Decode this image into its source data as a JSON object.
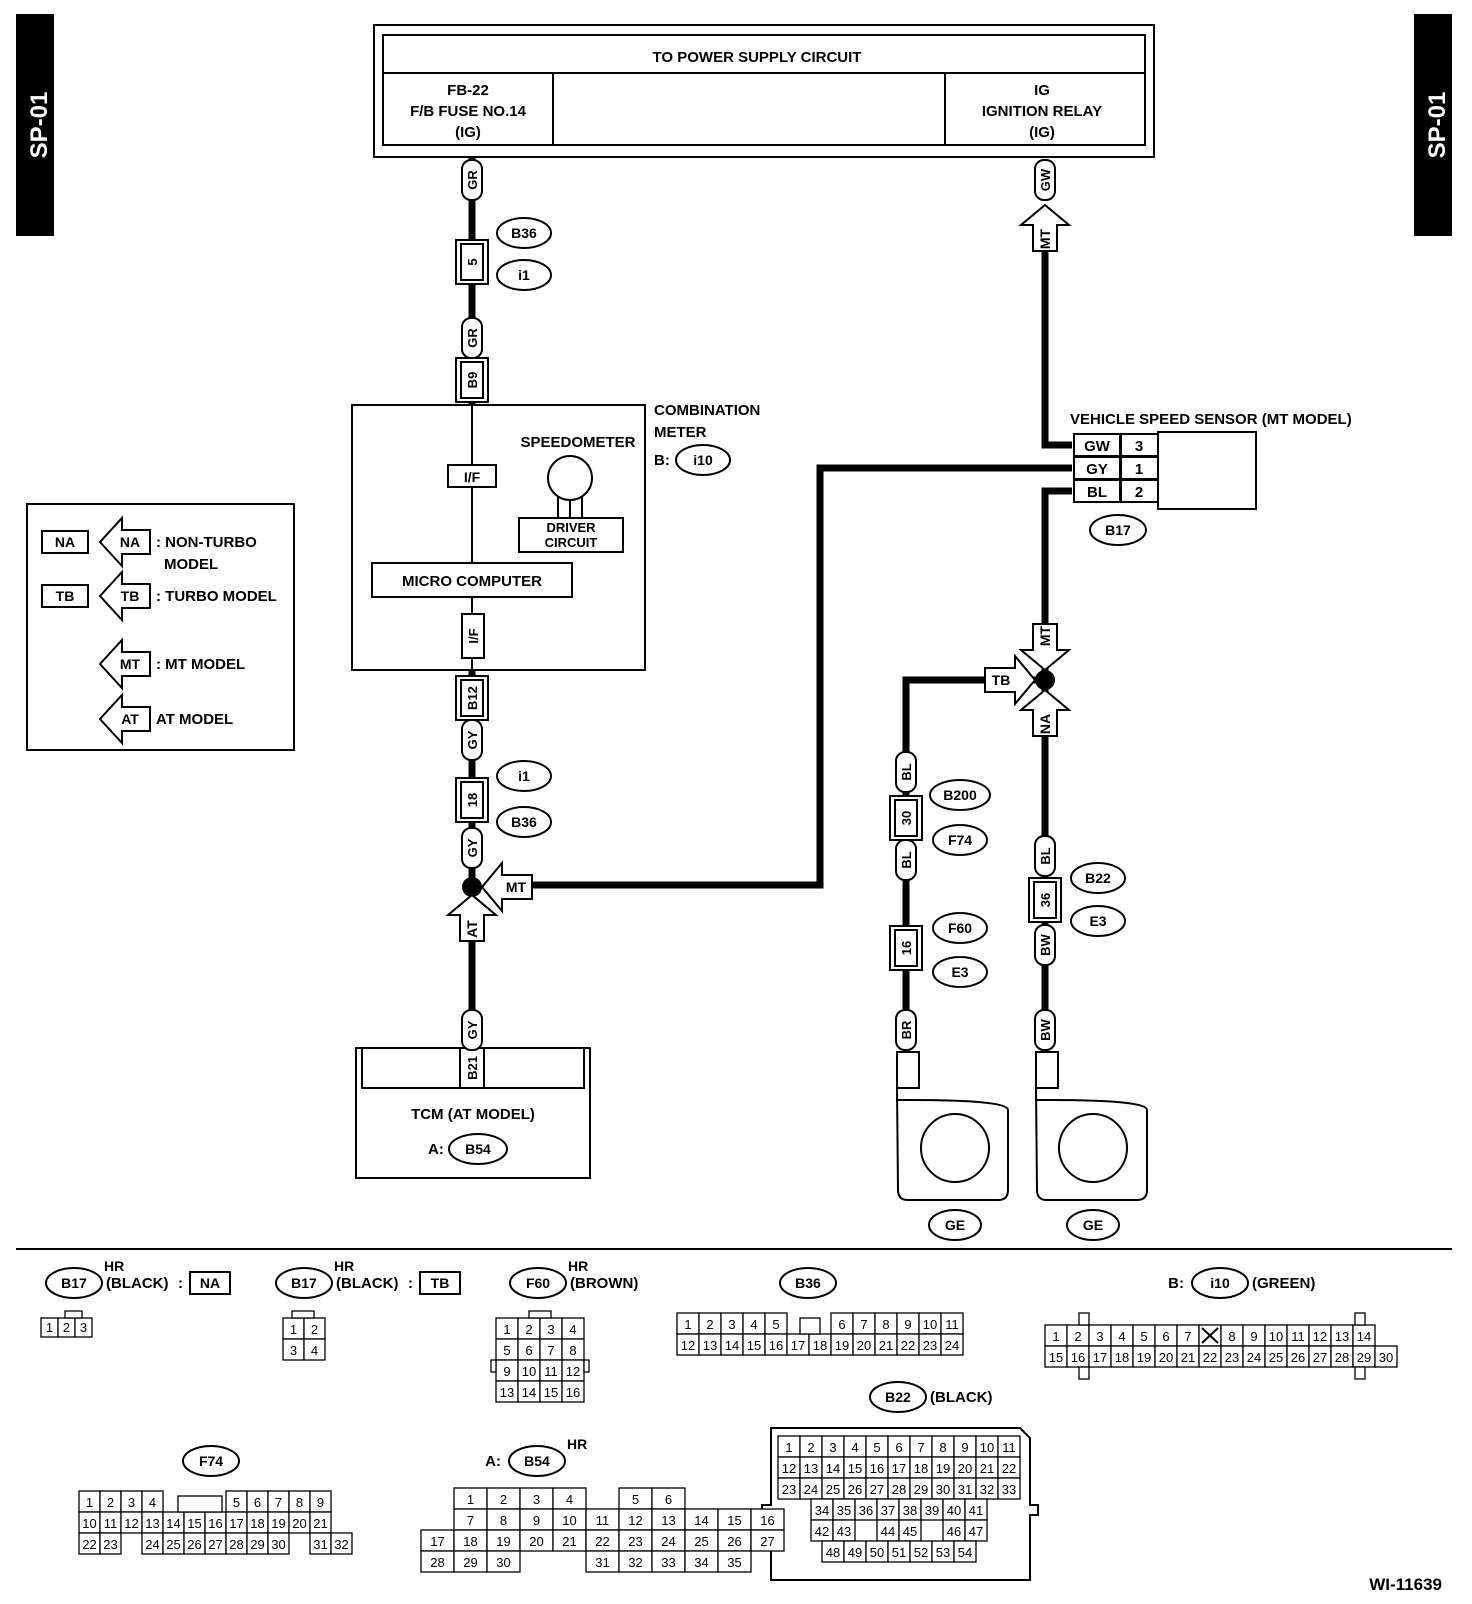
{
  "side_tab": "SP-01",
  "figure_id": "WI-11639",
  "power_supply": {
    "title": "TO POWER SUPPLY CIRCUIT",
    "fuse": [
      "FB-22",
      "F/B FUSE NO.14",
      "(IG)"
    ],
    "relay": [
      "IG",
      "IGNITION RELAY",
      "(IG)"
    ]
  },
  "combination_meter": {
    "title_line1": "COMBINATION",
    "title_line2": "METER",
    "connector_prefix": "B:",
    "connector": "i10",
    "speedometer": "SPEEDOMETER",
    "driver_circuit_line1": "DRIVER",
    "driver_circuit_line2": "CIRCUIT",
    "micro_computer": "MICRO COMPUTER",
    "interface": "I/F"
  },
  "vehicle_speed_sensor": {
    "title": "VEHICLE SPEED SENSOR (MT MODEL)",
    "connector": "B17",
    "pins": [
      {
        "wire": "GW",
        "pin": "3"
      },
      {
        "wire": "GY",
        "pin": "1"
      },
      {
        "wire": "BL",
        "pin": "2"
      }
    ]
  },
  "tcm": {
    "title": "TCM (AT MODEL)",
    "connector_prefix": "A:",
    "connector": "B54",
    "terminal": "B21"
  },
  "legend": [
    {
      "tag": "NA",
      "text_line1": ": NON-TURBO",
      "text_line2": "MODEL"
    },
    {
      "tag": "TB",
      "text_line1": ": TURBO MODEL",
      "text_line2": ""
    },
    {
      "tag": "MT",
      "text_line1": ": MT MODEL",
      "text_line2": ""
    },
    {
      "tag": "AT",
      "text_line1": "AT MODEL",
      "text_line2": ""
    }
  ],
  "wire_labels": {
    "gr": "GR",
    "gw": "GW",
    "gy": "GY",
    "bl": "BL",
    "br": "BR",
    "bw": "BW",
    "mt": "MT",
    "at": "AT",
    "na": "NA",
    "tb": "TB"
  },
  "inline_connectors": {
    "b36_top_pin": "5",
    "b36_bottom_pin": "18",
    "b9": "B9",
    "b12": "B12",
    "b200_pin": "30",
    "f60_pin": "16",
    "b22_pin": "36"
  },
  "connector_tags": {
    "b36": "B36",
    "i1": "i1",
    "b200": "B200",
    "f74": "F74",
    "f60": "F60",
    "e3": "E3",
    "b22": "B22",
    "ge": "GE",
    "b17": "B17"
  },
  "connector_views": {
    "b17_na": {
      "id": "B17",
      "hr": "HR",
      "color": "(BLACK)",
      "sep": ":",
      "tag": "NA",
      "rows": [
        [
          "1",
          "2",
          "3"
        ]
      ]
    },
    "b17_tb": {
      "id": "B17",
      "hr": "HR",
      "color": "(BLACK)",
      "sep": ":",
      "tag": "TB",
      "rows": [
        [
          "1",
          "2"
        ],
        [
          "3",
          "4"
        ]
      ]
    },
    "f60": {
      "id": "F60",
      "hr": "HR",
      "color": "(BROWN)",
      "rows": [
        [
          "1",
          "2",
          "3",
          "4"
        ],
        [
          "5",
          "6",
          "7",
          "8"
        ],
        [
          "9",
          "10",
          "11",
          "12"
        ],
        [
          "13",
          "14",
          "15",
          "16"
        ]
      ]
    },
    "b36": {
      "id": "B36",
      "rows": [
        [
          "1",
          "2",
          "3",
          "4",
          "5",
          "",
          "",
          "6",
          "7",
          "8",
          "9",
          "10",
          "11"
        ],
        [
          "12",
          "13",
          "14",
          "15",
          "16",
          "17",
          "18",
          "19",
          "20",
          "21",
          "22",
          "23",
          "24"
        ]
      ]
    },
    "i10": {
      "prefix": "B:",
      "id": "i10",
      "color": "(GREEN)",
      "rows": [
        [
          "1",
          "2",
          "3",
          "4",
          "5",
          "6",
          "7",
          "X",
          "8",
          "9",
          "10",
          "11",
          "12",
          "13",
          "14"
        ],
        [
          "15",
          "16",
          "17",
          "18",
          "19",
          "20",
          "21",
          "22",
          "23",
          "24",
          "25",
          "26",
          "27",
          "28",
          "29",
          "30"
        ]
      ]
    },
    "b22": {
      "id": "B22",
      "color": "(BLACK)",
      "rows": [
        [
          "1",
          "2",
          "3",
          "4",
          "5",
          "6",
          "7",
          "8",
          "9",
          "10",
          "11"
        ],
        [
          "12",
          "13",
          "14",
          "15",
          "16",
          "17",
          "18",
          "19",
          "20",
          "21",
          "22"
        ],
        [
          "23",
          "24",
          "25",
          "26",
          "27",
          "28",
          "29",
          "30",
          "31",
          "32",
          "33"
        ],
        [
          "34",
          "35",
          "36",
          "37",
          "38",
          "39",
          "40",
          "41"
        ],
        [
          "42",
          "43",
          "",
          "44",
          "45",
          "",
          "46",
          "47"
        ],
        [
          "48",
          "49",
          "50",
          "51",
          "52",
          "53",
          "54"
        ]
      ]
    },
    "f74": {
      "id": "F74",
      "rows": [
        [
          "1",
          "2",
          "3",
          "4",
          "",
          "",
          "",
          "5",
          "6",
          "7",
          "8",
          "9"
        ],
        [
          "10",
          "11",
          "12",
          "13",
          "14",
          "15",
          "16",
          "17",
          "18",
          "19",
          "20",
          "21"
        ],
        [
          "22",
          "23",
          "",
          "24",
          "25",
          "26",
          "27",
          "28",
          "29",
          "30",
          "",
          "31",
          "32"
        ]
      ]
    },
    "b54": {
      "prefix": "A:",
      "id": "B54",
      "hr": "HR",
      "rows": [
        [
          "",
          "1",
          "2",
          "3",
          "4",
          "",
          "5",
          "6"
        ],
        [
          "",
          "7",
          "8",
          "9",
          "10",
          "11",
          "12",
          "13",
          "14",
          "15",
          "16"
        ],
        [
          "17",
          "18",
          "19",
          "20",
          "21",
          "22",
          "23",
          "24",
          "25",
          "26",
          "27"
        ],
        [
          "28",
          "29",
          "30",
          "",
          "",
          "31",
          "32",
          "33",
          "34",
          "35"
        ]
      ]
    }
  }
}
